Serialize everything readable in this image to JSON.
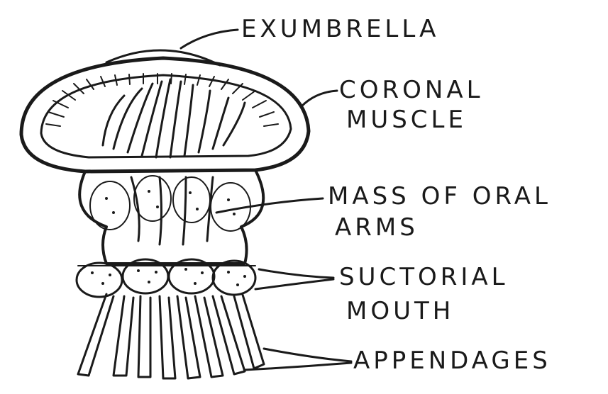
{
  "diagram": {
    "labels": {
      "exumbrella": "EXUMBRELLA",
      "coronal_line1": "CORONAL",
      "coronal_line2": "MUSCLE",
      "oral_line1": "MASS OF ORAL",
      "oral_line2": "ARMS",
      "suctorial_line1": "SUCTORIAL",
      "suctorial_line2": "MOUTH",
      "appendages": "APPENDAGES"
    }
  }
}
